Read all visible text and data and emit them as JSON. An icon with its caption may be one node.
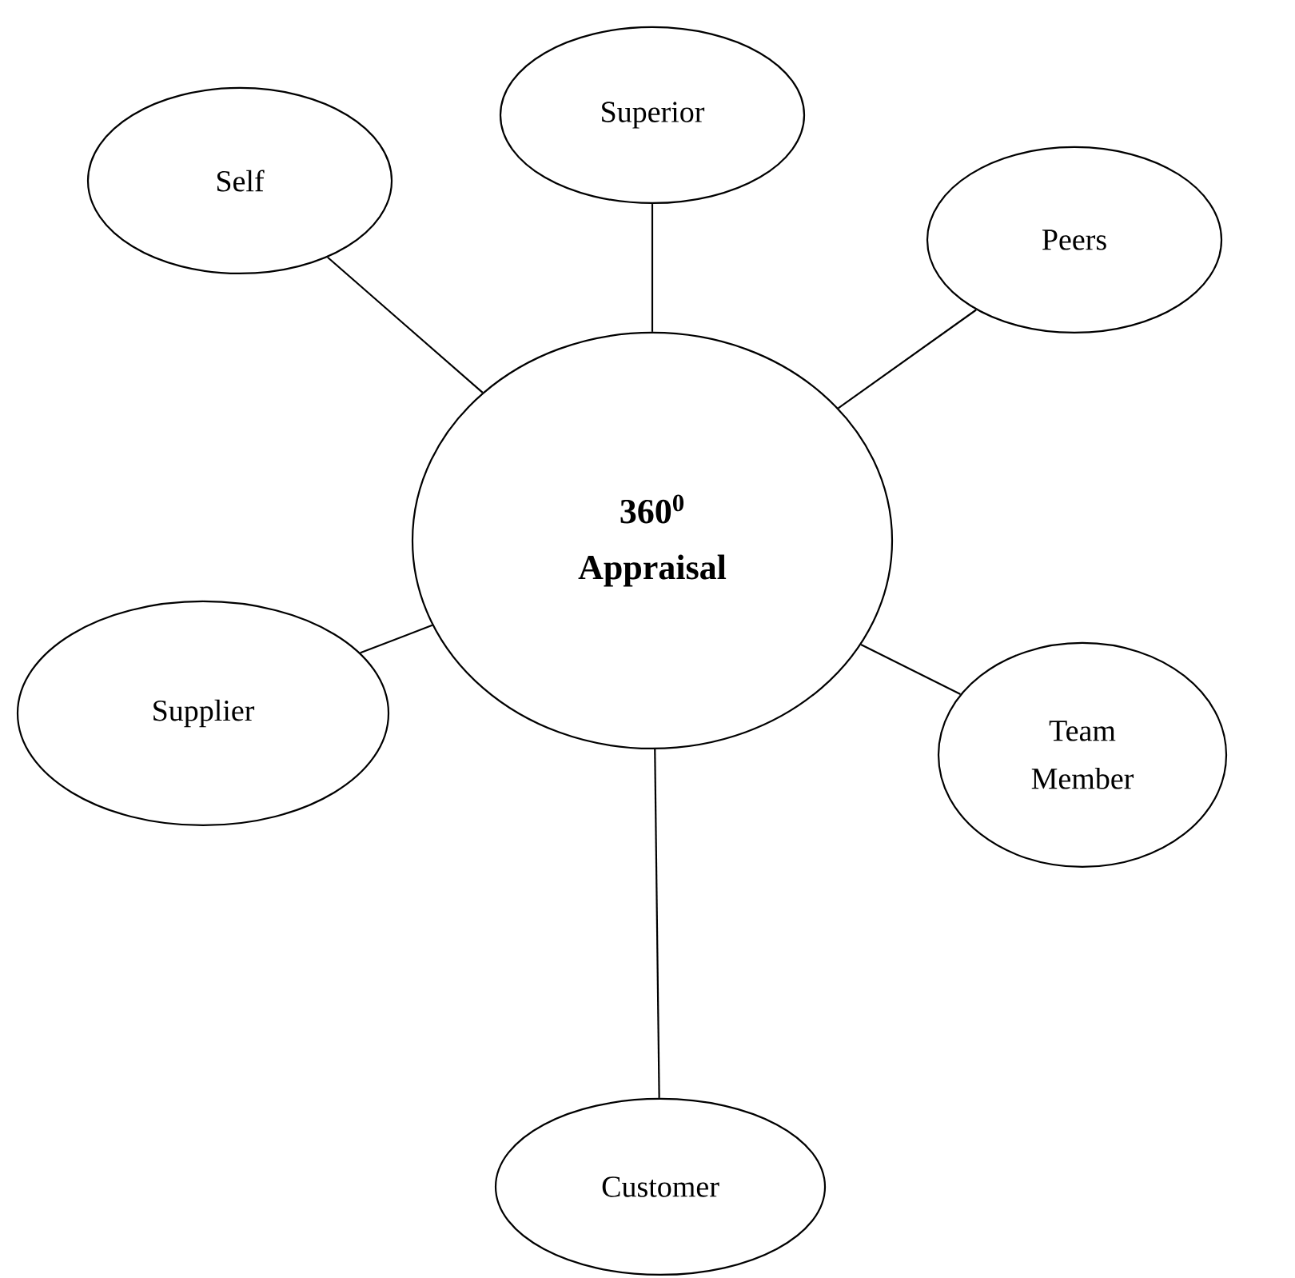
{
  "diagram": {
    "nodes": [
      {
        "text": [
          "Superior"
        ]
      },
      {
        "text": [
          "Self"
        ]
      },
      {
        "text": [
          "Peers"
        ]
      },
      {
        "text": [
          "360$^{0}$ Appraisal"
        ]
      },
      {
        "text": [
          "Supplier"
        ]
      },
      {
        "text": [
          "Team Member"
        ]
      },
      {
        "text": [
          "Customer"
        ]
      }
    ],
    "edges": [
      {
        "from": 3,
        "to": 0,
        "arrow": "none"
      },
      {
        "from": 3,
        "to": 1,
        "arrow": "none"
      },
      {
        "from": 3,
        "to": 2,
        "arrow": "none"
      },
      {
        "from": 3,
        "to": 4,
        "arrow": "none"
      },
      {
        "from": 3,
        "to": 5,
        "arrow": "none"
      },
      {
        "from": 3,
        "to": 6,
        "arrow": "none"
      }
    ]
  }
}
